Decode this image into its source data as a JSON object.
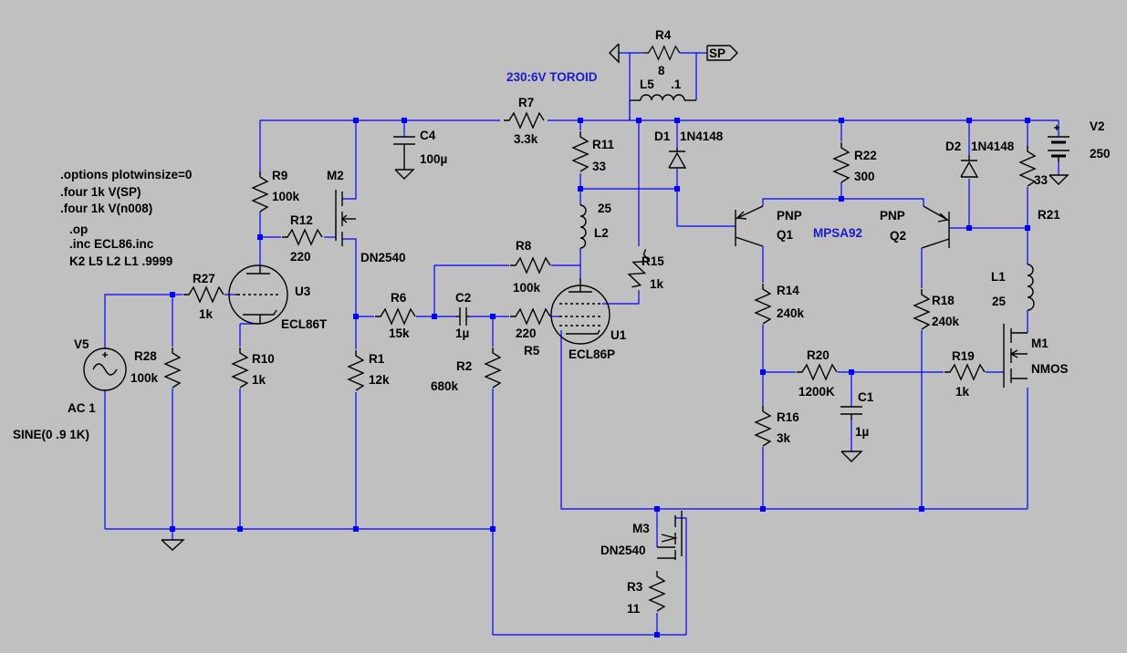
{
  "colors": {
    "background": "#c0c0c0",
    "wire": "#0000ff",
    "component": "#000000",
    "annotation": "#1a1acc"
  },
  "directives": [
    ".options plotwinsize=0",
    ".four 1k V(SP)",
    ".four 1k V(n008)",
    ".op",
    ".inc ECL86.inc",
    "K2 L5 L2 L1 .9999"
  ],
  "annotations": {
    "toroid": "230:6V TOROID",
    "mpsa": "MPSA92"
  },
  "output_label": "SP",
  "components": {
    "R1": {
      "name": "R1",
      "value": "12k"
    },
    "R2": {
      "name": "R2",
      "value": "680k"
    },
    "R3": {
      "name": "R3",
      "value": "11"
    },
    "R4": {
      "name": "R4",
      "value": "8"
    },
    "R5": {
      "name": "R5",
      "value": "220"
    },
    "R6": {
      "name": "R6",
      "value": "15k"
    },
    "R7": {
      "name": "R7",
      "value": "3.3k"
    },
    "R8": {
      "name": "R8",
      "value": "100k"
    },
    "R9": {
      "name": "R9",
      "value": "100k"
    },
    "R10": {
      "name": "R10",
      "value": "1k"
    },
    "R11": {
      "name": "R11",
      "value": "33"
    },
    "R12": {
      "name": "R12",
      "value": "220"
    },
    "R14": {
      "name": "R14",
      "value": "240k"
    },
    "R15": {
      "name": "R15",
      "value": "1k"
    },
    "R16": {
      "name": "R16",
      "value": "3k"
    },
    "R18": {
      "name": "R18",
      "value": "240k"
    },
    "R19": {
      "name": "R19",
      "value": "1k"
    },
    "R20": {
      "name": "R20",
      "value": "1200K"
    },
    "R21": {
      "name": "R21",
      "value": "33"
    },
    "R22": {
      "name": "R22",
      "value": "300"
    },
    "R27": {
      "name": "R27",
      "value": "1k"
    },
    "R28": {
      "name": "R28",
      "value": "100k"
    },
    "C1": {
      "name": "C1",
      "value": "1µ"
    },
    "C2": {
      "name": "C2",
      "value": "1µ"
    },
    "C4": {
      "name": "C4",
      "value": "100µ"
    },
    "L1": {
      "name": "L1",
      "value": "25"
    },
    "L2": {
      "name": "L2",
      "value": "25"
    },
    "L5": {
      "name": "L5",
      "value": ".1"
    },
    "D1": {
      "name": "D1",
      "value": "1N4148"
    },
    "D2": {
      "name": "D2",
      "value": "1N4148"
    },
    "Q1": {
      "name": "Q1",
      "value": "PNP"
    },
    "Q2": {
      "name": "Q2",
      "value": "PNP"
    },
    "M1": {
      "name": "M1",
      "value": "NMOS"
    },
    "M2": {
      "name": "M2",
      "value": "DN2540"
    },
    "M3": {
      "name": "M3",
      "value": "DN2540"
    },
    "U1": {
      "name": "U1",
      "value": "ECL86P"
    },
    "U3": {
      "name": "U3",
      "value": "ECL86T"
    },
    "V2": {
      "name": "V2",
      "value": "250"
    },
    "V5": {
      "name": "V5",
      "value": "AC 1",
      "value2": "SINE(0 .9 1K)"
    }
  }
}
